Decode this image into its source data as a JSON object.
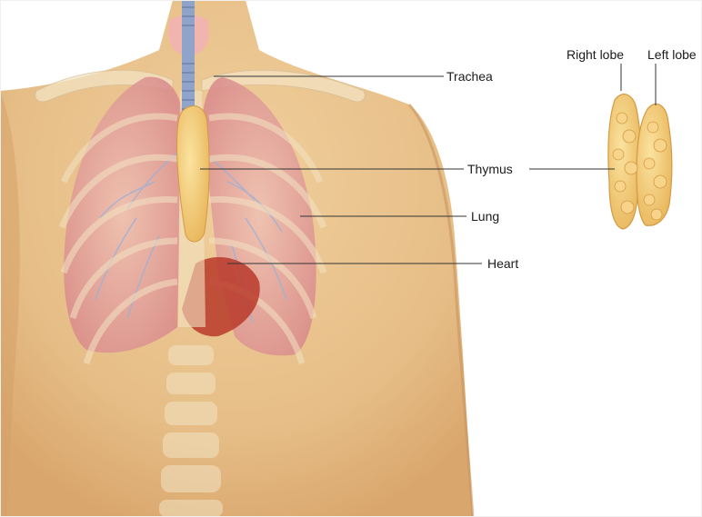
{
  "labels": {
    "trachea": "Trachea",
    "thymus": "Thymus",
    "lung": "Lung",
    "heart": "Heart",
    "right_lobe": "Right lobe",
    "left_lobe": "Left lobe"
  },
  "colors": {
    "background": "#ffffff",
    "skin": "#e8c28e",
    "skin_shadow": "#d6a56c",
    "lung": "#e7a6a6",
    "thymus": "#f0c876",
    "trachea": "#8fa4c8",
    "bone": "#f3e3c3",
    "heart": "#b83a2a",
    "leader_line": "#333333"
  }
}
